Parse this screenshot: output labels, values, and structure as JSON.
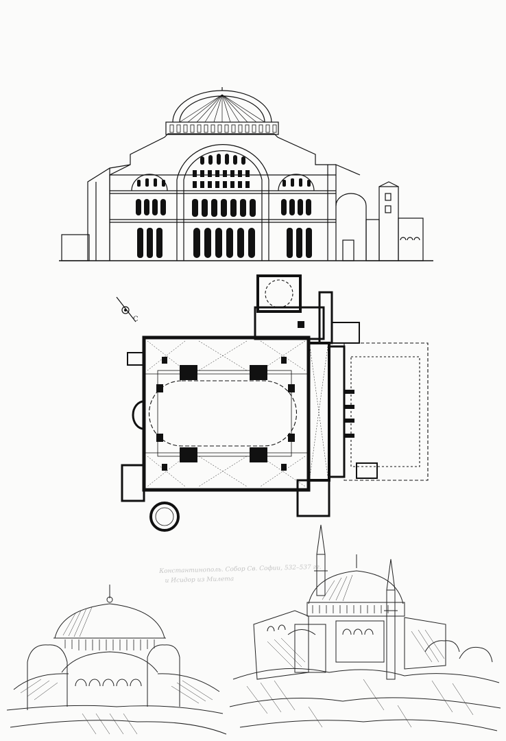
{
  "sheet": {
    "background": "#fbfbfa",
    "ink": "#111111"
  },
  "drawings": {
    "section": {
      "icon": "cathedral-cross-section-drawing"
    },
    "plan": {
      "icon": "cathedral-floor-plan-drawing"
    },
    "compass": {
      "icon": "north-arrow-icon",
      "label": "С"
    },
    "sketch_left": {
      "icon": "domed-building-sketch"
    },
    "sketch_right": {
      "icon": "domed-building-with-minarets-sketch"
    }
  },
  "caption": {
    "line1": "Константинополь. Собор Св. Софии, 532–537 гг.",
    "line2": "и Исидор из Милета"
  }
}
